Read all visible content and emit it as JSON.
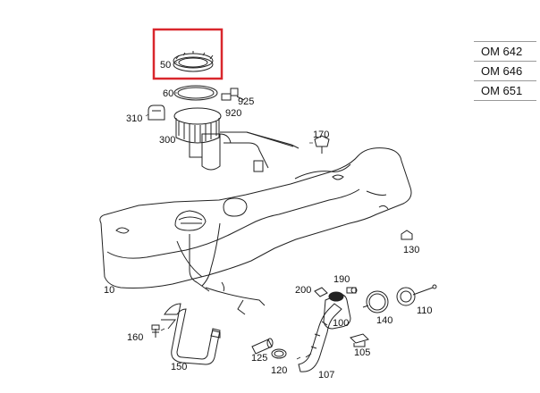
{
  "engines": [
    "OM 642",
    "OM 646",
    "OM 651"
  ],
  "highlight_color": "#d9262c",
  "line_color": "#222222",
  "part_labels": {
    "p50": "50",
    "p60": "60",
    "p925": "925",
    "p920": "920",
    "p310": "310",
    "p300": "300",
    "p170": "170",
    "p130": "130",
    "p10": "10",
    "p190": "190",
    "p200": "200",
    "p100": "100",
    "p140": "140",
    "p110": "110",
    "p160": "160",
    "p105": "105",
    "p150": "150",
    "p125": "125",
    "p120": "120",
    "p107": "107"
  }
}
